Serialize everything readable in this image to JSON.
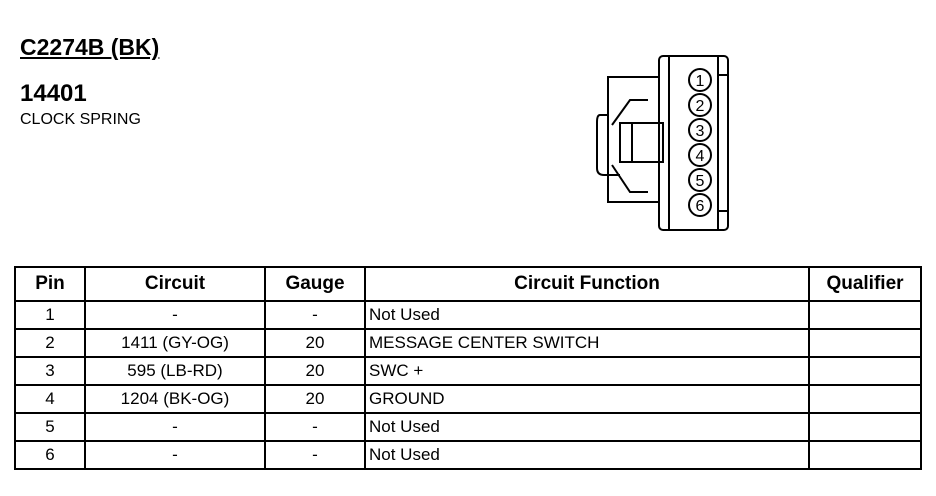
{
  "header": {
    "connector_id": "C2274B (BK)",
    "part_number": "14401",
    "part_name": "CLOCK SPRING"
  },
  "connector": {
    "pins": [
      "1",
      "2",
      "3",
      "4",
      "5",
      "6"
    ]
  },
  "table": {
    "columns": [
      "Pin",
      "Circuit",
      "Gauge",
      "Circuit Function",
      "Qualifier"
    ],
    "rows": [
      {
        "pin": "1",
        "circuit": "-",
        "gauge": "-",
        "function": "Not Used",
        "qualifier": ""
      },
      {
        "pin": "2",
        "circuit": "1411 (GY-OG)",
        "gauge": "20",
        "function": "MESSAGE CENTER SWITCH",
        "qualifier": ""
      },
      {
        "pin": "3",
        "circuit": "595 (LB-RD)",
        "gauge": "20",
        "function": "SWC +",
        "qualifier": ""
      },
      {
        "pin": "4",
        "circuit": "1204 (BK-OG)",
        "gauge": "20",
        "function": "GROUND",
        "qualifier": ""
      },
      {
        "pin": "5",
        "circuit": "-",
        "gauge": "-",
        "function": "Not Used",
        "qualifier": ""
      },
      {
        "pin": "6",
        "circuit": "-",
        "gauge": "-",
        "function": "Not Used",
        "qualifier": ""
      }
    ]
  }
}
